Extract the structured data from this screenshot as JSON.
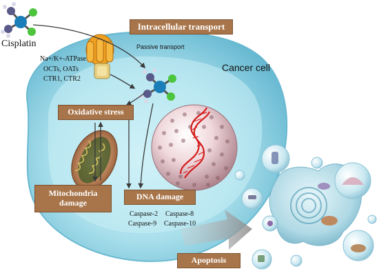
{
  "labels": {
    "cisplatin": "Cisplatin",
    "intracellular_transport": "Intracellular transport",
    "passive_transport": "Passive transport",
    "transporters": [
      "Na+/K+-ATPase",
      "OCTs, OATs",
      "CTR1, CTR2"
    ],
    "cancer_cell": "Cancer cell",
    "oxidative_stress": "Oxidative stress",
    "mitochondria_damage": [
      "Mitochondria",
      "damage"
    ],
    "dna_damage": "DNA damage",
    "caspases_row1": [
      "Caspase-2",
      "Caspase-8"
    ],
    "caspases_row2": [
      "Caspase-9",
      "Caspase-10"
    ],
    "apoptosis": "Apoptosis"
  },
  "colors": {
    "label_box": "#a8754a",
    "cell_fill": "#a8dce8",
    "cytoplasm": "#c9eef5",
    "nucleus": "#e8c8cf",
    "dna_helix": "#d41c1c",
    "arrow": "#3a3a3a",
    "channel": "#f0a020",
    "platinum_atom": "#1a7fb8",
    "chlorine_atom": "#4cc43c",
    "nitrogen_atom": "#5a5a8a"
  },
  "icons": [
    "cisplatin-molecule-icon",
    "membrane-transporter-icon",
    "mitochondrion-icon",
    "nucleus-icon",
    "dna-helix-icon",
    "apoptotic-cell-icon",
    "apoptotic-body-icon"
  ]
}
